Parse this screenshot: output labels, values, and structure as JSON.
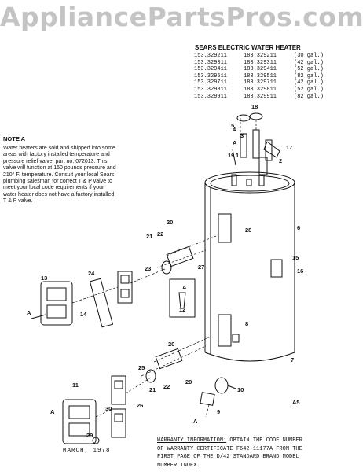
{
  "watermark": "AppliancePartsPros.com",
  "header": "SEARS ELECTRIC WATER HEATER",
  "models": [
    {
      "a": "153.329211",
      "b": "183.329211",
      "c": "(30 gal.)"
    },
    {
      "a": "153.329311",
      "b": "183.329311",
      "c": "(42 gal.)"
    },
    {
      "a": "153.329411",
      "b": "183.329411",
      "c": "(52 gal.)"
    },
    {
      "a": "153.329511",
      "b": "183.329511",
      "c": "(82 gal.)"
    },
    {
      "a": "153.329711",
      "b": "183.329711",
      "c": "(42 gal.)"
    },
    {
      "a": "153.329811",
      "b": "183.329811",
      "c": "(52 gal.)"
    },
    {
      "a": "153.329911",
      "b": "183.329911",
      "c": "(82 gal.)"
    }
  ],
  "note": {
    "title": "NOTE A",
    "lines": [
      "Water heaters are sold and shipped into some",
      "areas with factory installed temperature and",
      "pressure relief valve, part no. 072013.  This",
      "valve will function at 150 pounds pressure and",
      "210° F. temperature.  Consult your local Sears",
      "plumbing salesman for correct T & P valve to",
      "meet your local code requirements if your",
      "water heater does not have a factory installed",
      "T & P valve."
    ]
  },
  "date": "MARCH, 1978",
  "warranty": {
    "heading": "WARRANTY INFORMATION:",
    "line1": " OBTAIN THE CODE NUMBER",
    "line2": "OF WARRANTY CERTIFICATE F642-11177A FROM THE",
    "line3": "FIRST PAGE OF THE D/42 STANDARD BRAND MODEL",
    "line4": "NUMBER INDEX."
  },
  "labels": {
    "p1": "1",
    "p2": "2",
    "p3": "3",
    "p4": "4",
    "p5": "5",
    "p6": "6",
    "p7": "7",
    "p8": "8",
    "p9": "9",
    "p10": "10",
    "p11": "11",
    "p12": "12",
    "p13": "13",
    "p14": "14",
    "p15": "15",
    "p16": "16",
    "p17": "17",
    "p18": "18",
    "p19": "19",
    "p20a": "20",
    "p20b": "20",
    "p21a": "21",
    "p21b": "21",
    "p22a": "22",
    "p22b": "22",
    "p23": "23",
    "p24": "24",
    "p25": "25",
    "p26": "26",
    "p27": "27",
    "p28": "28",
    "p29": "29",
    "p30": "30",
    "a1": "A",
    "a2": "A",
    "a3": "A",
    "a4": "A",
    "a5": "A",
    "a5code": "A5"
  }
}
